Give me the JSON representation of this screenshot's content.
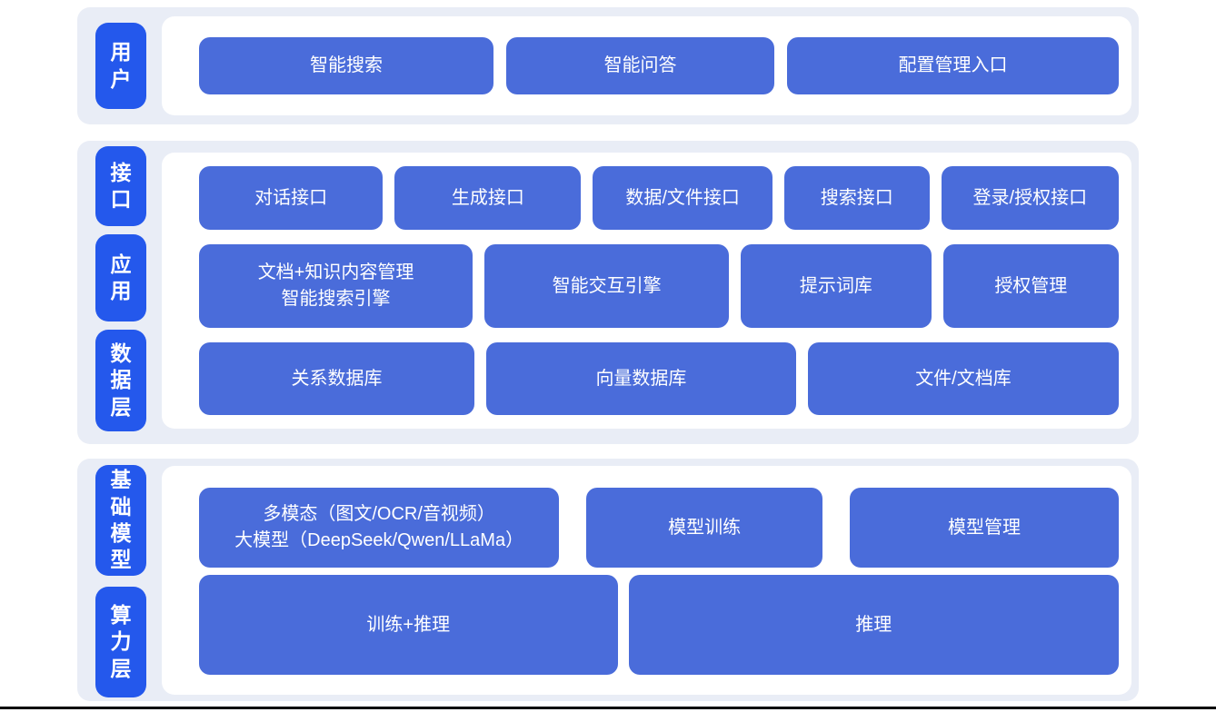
{
  "diagram": {
    "colors": {
      "section_bg": "#e9edf6",
      "label_bg": "#2458ec",
      "block_bg": "#4a6cda",
      "text": "#ffffff"
    },
    "sections": [
      {
        "labels": [
          {
            "text": "用户"
          }
        ],
        "rows": [
          {
            "blocks": [
              {
                "label": "智能搜索"
              },
              {
                "label": "智能问答"
              },
              {
                "label": "配置管理入口"
              }
            ]
          }
        ]
      },
      {
        "labels": [
          {
            "text": "接口"
          },
          {
            "text": "应用"
          },
          {
            "text": "数据层"
          }
        ],
        "rows": [
          {
            "blocks": [
              {
                "label": "对话接口"
              },
              {
                "label": "生成接口"
              },
              {
                "label": "数据/文件接口"
              },
              {
                "label": "搜索接口"
              },
              {
                "label": "登录/授权接口"
              }
            ]
          },
          {
            "blocks": [
              {
                "label": "文档+知识内容管理\n智能搜索引擎"
              },
              {
                "label": "智能交互引擎"
              },
              {
                "label": "提示词库"
              },
              {
                "label": "授权管理"
              }
            ]
          },
          {
            "blocks": [
              {
                "label": "关系数据库"
              },
              {
                "label": "向量数据库"
              },
              {
                "label": "文件/文档库"
              }
            ]
          }
        ]
      },
      {
        "labels": [
          {
            "text": "基础模型"
          },
          {
            "text": "算力层"
          }
        ],
        "rows": [
          {
            "blocks": [
              {
                "label": "多模态（图文/OCR/音视频）\n大模型（DeepSeek/Qwen/LLaMa）"
              },
              {
                "label": "模型训练"
              },
              {
                "label": "模型管理"
              }
            ]
          },
          {
            "blocks": [
              {
                "label": "训练+推理"
              },
              {
                "label": "推理"
              }
            ]
          }
        ]
      }
    ]
  }
}
